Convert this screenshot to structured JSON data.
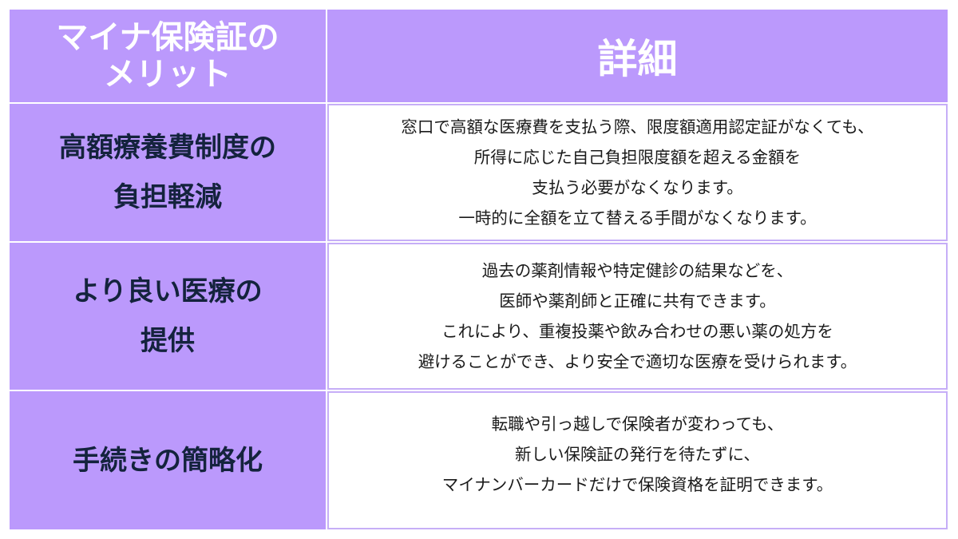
{
  "header": {
    "merit_title_line1": "マイナ保険証の",
    "merit_title_line2": "メリット",
    "detail_title": "詳細"
  },
  "rows": [
    {
      "label_line1": "高額療養費制度の",
      "label_line2": "負担軽減",
      "detail": [
        "窓口で高額な医療費を支払う際、限度額適用認定証がなくても、",
        "所得に応じた自己負担限度額を超える金額を",
        "支払う必要がなくなります。",
        "一時的に全額を立て替える手間がなくなります。"
      ]
    },
    {
      "label_line1": "より良い医療の",
      "label_line2": "提供",
      "detail": [
        "過去の薬剤情報や特定健診の結果などを、",
        "医師や薬剤師と正確に共有できます。",
        "これにより、重複投薬や飲み合わせの悪い薬の処方を",
        "避けることができ、より安全で適切な医療を受けられます。"
      ]
    },
    {
      "label_line1": "手続きの簡略化",
      "detail": [
        "転職や引っ越しで保険者が変わっても、",
        "新しい保険証の発行を待たずに、",
        "マイナンバーカードだけで保険資格を証明できます。"
      ]
    }
  ],
  "colors": {
    "header_bg": "#bb99fc",
    "label_bg": "#bb99fc",
    "label_text": "#14233d",
    "header_text": "#ffffff",
    "cell_border": "#c6aef7"
  }
}
